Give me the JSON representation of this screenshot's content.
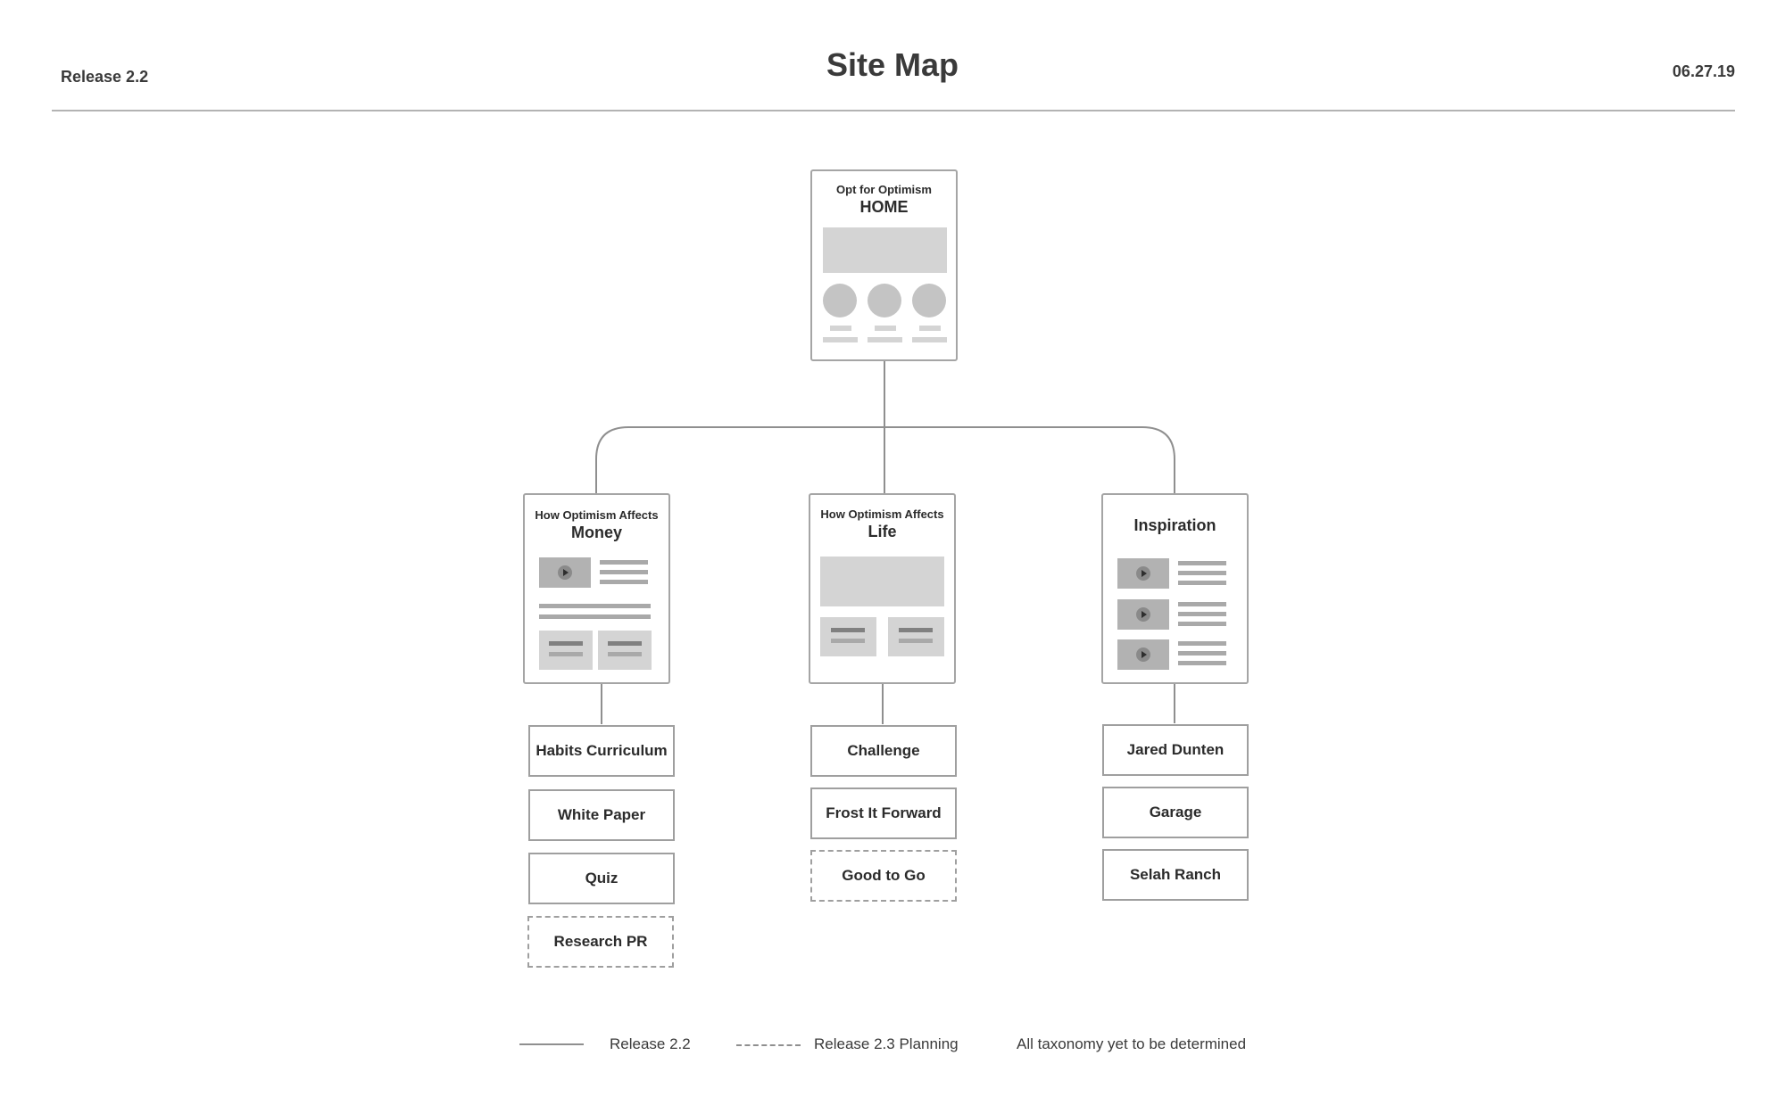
{
  "header": {
    "release": "Release 2.2",
    "title": "Site Map",
    "date": "06.27.19"
  },
  "home": {
    "subtitle": "Opt for Optimism",
    "title": "HOME"
  },
  "sections": [
    {
      "subtitle": "How Optimism Affects",
      "title": "Money",
      "pages": [
        {
          "label": "Habits Curriculum",
          "status": "release"
        },
        {
          "label": "White Paper",
          "status": "release"
        },
        {
          "label": "Quiz",
          "status": "release"
        },
        {
          "label": "Research PR",
          "status": "planning"
        }
      ]
    },
    {
      "subtitle": "How Optimism Affects",
      "title": "Life",
      "pages": [
        {
          "label": "Challenge",
          "status": "release"
        },
        {
          "label": "Frost It Forward",
          "status": "release"
        },
        {
          "label": "Good to Go",
          "status": "planning"
        }
      ]
    },
    {
      "subtitle": "",
      "title": "Inspiration",
      "pages": [
        {
          "label": "Jared Dunten",
          "status": "release"
        },
        {
          "label": "Garage",
          "status": "release"
        },
        {
          "label": "Selah Ranch",
          "status": "release"
        }
      ]
    }
  ],
  "legend": {
    "solid": "Release 2.2",
    "dashed": "Release 2.3 Planning",
    "note": "All taxonomy yet to be determined"
  },
  "colors": {
    "border": "#a5a5a5",
    "connector": "#8f8f8f",
    "placeholder": "#d4d4d4",
    "text": "#2b2b2b"
  }
}
